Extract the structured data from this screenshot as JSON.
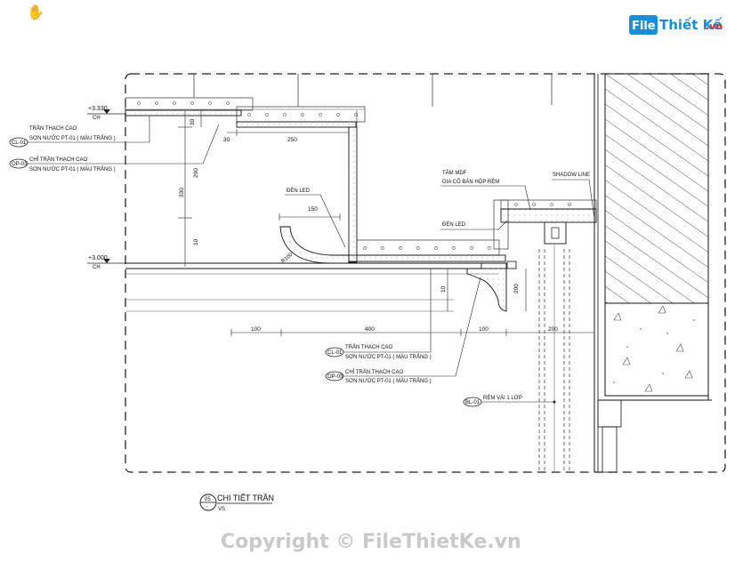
{
  "cursor": {
    "icon": "hand-cursor-icon"
  },
  "logo": {
    "badge": "File",
    "name": "Thiết Kế",
    "tld": ".vn",
    "colors": {
      "badge": "#1a8fd8",
      "name": "#1a8fd8",
      "tld": "#e22222"
    }
  },
  "levels": {
    "top": {
      "value": "+3.330",
      "code": "CH"
    },
    "bottom": {
      "value": "+3.000",
      "code": "CH"
    }
  },
  "callouts_left": [
    {
      "tag": "CL-01",
      "line1": "TRẦN THẠCH CAO",
      "line2": "SƠN NƯỚC PT-01 ( MÀU TRẮNG )"
    },
    {
      "tag": "OP-03",
      "line1": "CHỈ TRẦN THẠCH CAO",
      "line2": "SƠN NƯỚC PT-01 ( MÀU TRẮNG )"
    }
  ],
  "callouts_mid": [
    {
      "tag": "CL-01",
      "line1": "TRẦN THẠCH CAO",
      "line2": "SƠN NƯỚC PT-01 ( MÀU TRẮNG )"
    },
    {
      "tag": "OP-03",
      "line1": "CHỈ TRẦN THẠCH CAO",
      "line2": "SƠN NƯỚC PT-01 ( MÀU TRẮNG )"
    }
  ],
  "curtain": {
    "tag": "BL-01",
    "label": "RÈM VẢI 1 LỚP"
  },
  "labels": {
    "den_led_1": "ĐÈN LED",
    "den_led_2": "ĐÈN LED",
    "mdf_1": "TẤM MDF",
    "mdf_2": "GIA CỐ BÁN HỘP RÈM",
    "shadow_line": "SHADOW LINE",
    "radius": "R100"
  },
  "dimensions": {
    "d30_top": "30",
    "d30_h": "30",
    "d250": "250",
    "d330": "330",
    "d200": "200",
    "d10": "10",
    "d150": "150",
    "d10_b": "10",
    "d200_b": "200",
    "d100_a": "100",
    "d400": "400",
    "d100_b": "100",
    "d200_c": "200"
  },
  "title_block": {
    "number": "05",
    "scale": "VS",
    "title": "CHI TIẾT TRẦN"
  },
  "watermark": "Copyright © FileThietKe.vn"
}
